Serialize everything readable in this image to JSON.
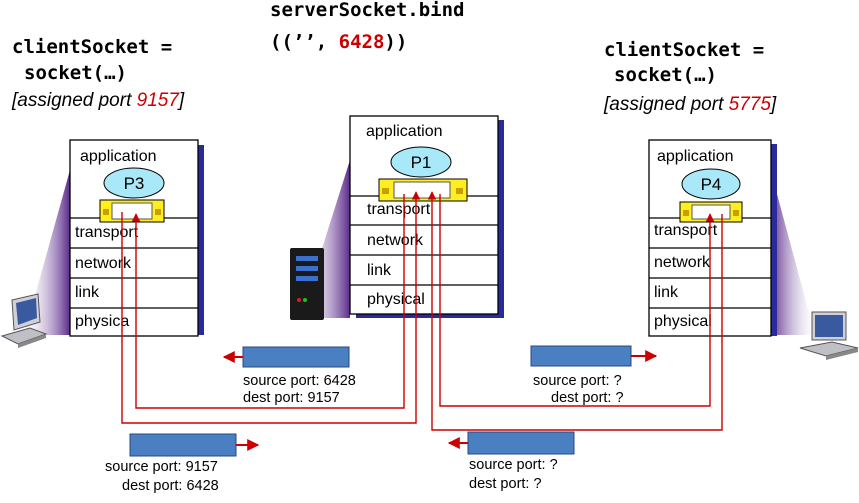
{
  "server": {
    "call_line1": "serverSocket.bind",
    "call_line2_prefix": "((’’, ",
    "call_line2_port": "6428",
    "call_line2_suffix": "))",
    "layers": [
      "application",
      "transport",
      "network",
      "link",
      "physical"
    ],
    "process": "P1"
  },
  "client_left": {
    "call_line1": "clientSocket =",
    "call_line2": "socket(…)",
    "assigned_prefix": "[assigned port ",
    "assigned_port": "9157",
    "assigned_suffix": "]",
    "layers": [
      "application",
      "transport",
      "network",
      "link",
      "physica"
    ],
    "process": "P3"
  },
  "client_right": {
    "call_line1": "clientSocket =",
    "call_line2": "socket(…)",
    "assigned_prefix": "[assigned port ",
    "assigned_port": "5775",
    "assigned_suffix": "]",
    "layers": [
      "application",
      "transport",
      "network",
      "link",
      "physical"
    ],
    "process": "P4"
  },
  "segments": {
    "left_reply": {
      "src": "source port: 6428",
      "dst": "dest port: 9157"
    },
    "left_request": {
      "src": "source port: 9157",
      "dst": "dest port: 6428"
    },
    "right_reply": {
      "src": "source port: ?",
      "dst": "dest port: ?"
    },
    "right_request": {
      "src": "source port: ?",
      "dst": "dest port: ?"
    }
  },
  "colors": {
    "red_accent": "#cc0000",
    "segment_fill": "#4a7fc1",
    "socket_yellow": "#ffee22",
    "process_fill": "#a8e8f8",
    "host_shadow": "#2a2a9a",
    "purple_beam": "#7a3a9a"
  }
}
